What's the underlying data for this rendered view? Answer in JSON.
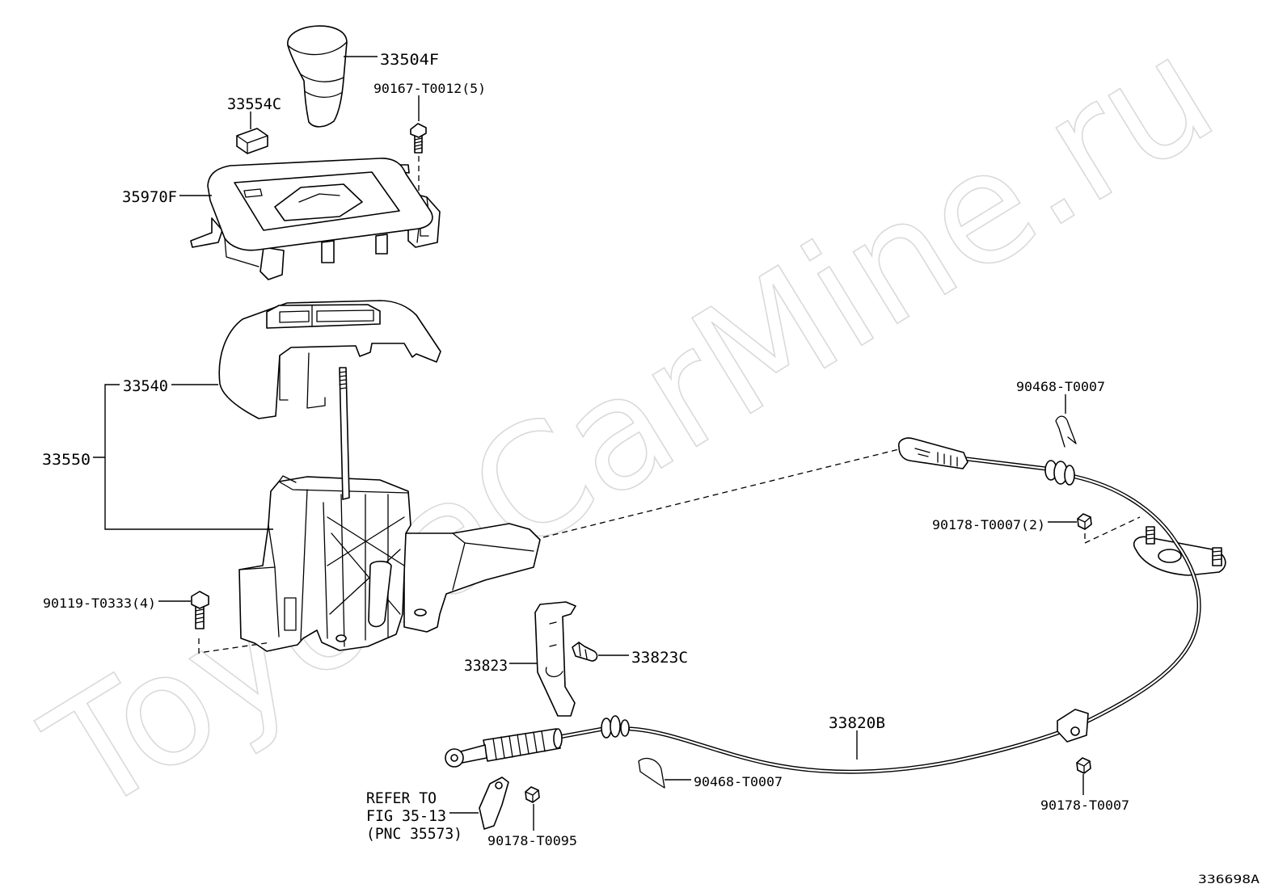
{
  "watermark": "ToyotaCarMine.ru",
  "diagram_code": "336698A",
  "labels": {
    "shift_knob": "33504F",
    "knob_screw": "90167-T0012(5)",
    "clip": "33554C",
    "bezel": "35970F",
    "cover": "33540",
    "lever_assembly": "33550",
    "base_bolt": "90119-T0333(4)",
    "bracket": "33823",
    "bracket_bolt": "33823C",
    "clip_upper": "90468-T0007",
    "nut_upper": "90178-T0007(2)",
    "cable": "33820B",
    "clip_lower": "90468-T0007",
    "nut_lower": "90178-T0007",
    "nut_bracket": "90178-T0095"
  },
  "reference": {
    "line1": "REFER TO",
    "line2": "FIG 35-13",
    "line3": "(PNC 35573)"
  },
  "colors": {
    "ink": "#000000",
    "watermark": "#d9d9d9",
    "background": "#ffffff"
  }
}
